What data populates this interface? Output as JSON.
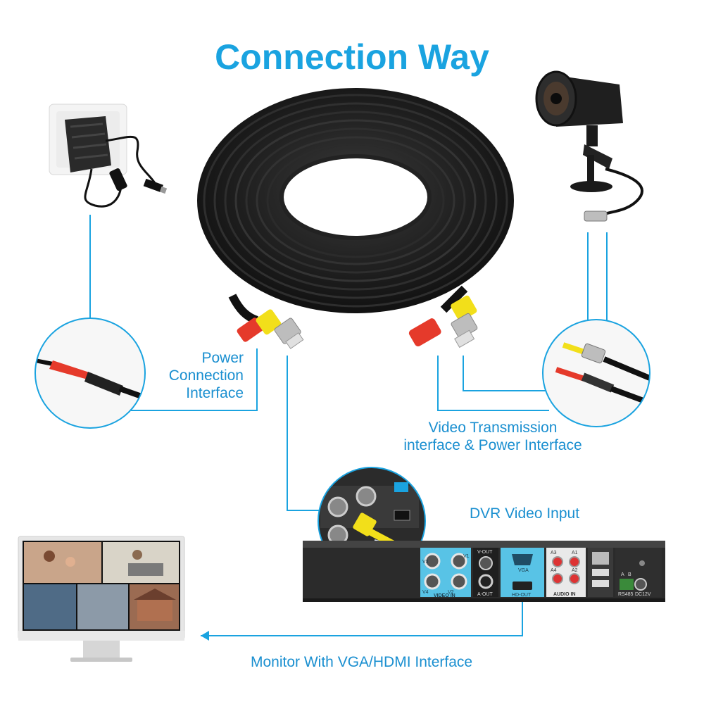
{
  "title": "Connection Way",
  "colors": {
    "accent": "#1aa3e0",
    "label": "#1a8fd0",
    "cable": "#1c1c1c",
    "plug_red": "#e53a2b",
    "plug_yellow": "#f2df1a",
    "port_panel": "#58c3e6",
    "dvr_body": "#2b2b2b"
  },
  "labels": {
    "power": [
      "Power",
      "Connection",
      "Interface"
    ],
    "video": [
      "Video Transmission",
      "interface & Power Interface"
    ],
    "dvr": "DVR Video Input",
    "monitor": "Monitor With VGA/HDMI Interface"
  },
  "dvr_panel": {
    "video_inputs": [
      "V3",
      "V1",
      "V4",
      "V2"
    ],
    "video_in": "VIDEO IN",
    "v_out": "V-OUT",
    "a_out": "A-OUT",
    "vga": "VGA",
    "hd_out": "HD-OUT",
    "audio_ports": [
      "A3",
      "A1",
      "A4",
      "A2"
    ],
    "audio_in": "AUDIO IN",
    "rs485": "RS485",
    "rs485_pins": [
      "A",
      "B"
    ],
    "dc12v": "DC12V"
  }
}
